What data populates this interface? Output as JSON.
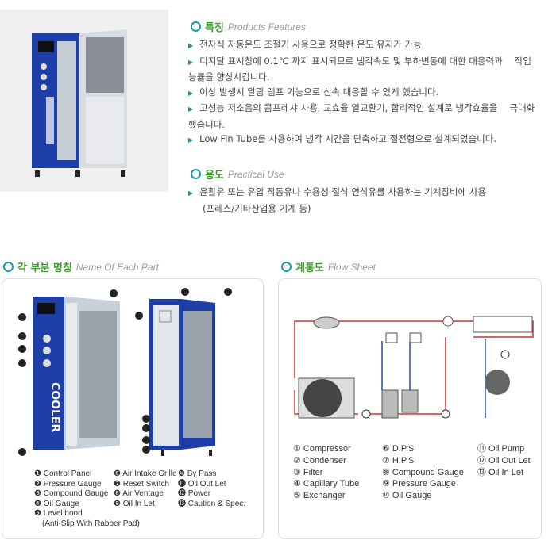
{
  "features": {
    "title_ko": "특징",
    "title_en": "Products Features",
    "items": [
      "전자식 자동온도 조절기 사용으로 정확한 온도 유지가 가능",
      "디지탈 표시창에 0.1℃ 까지 표시되므로 냉각속도 및 부하변동에 대한 대응력과 　작업능률을 향상시킵니다.",
      "이상 발생시 알람 램프 기능으로 신속 대응할 수 있게 했습니다.",
      "고성능 저소음의 콤프레샤 사용, 교효율 열교환기, 합리적인 설계로 냉각효율을 　극대화 했습니다.",
      "Low Fin Tube를 사용하여 냉각 시간을 단축하고 절전형으로 설계되었습니다."
    ]
  },
  "usage": {
    "title_ko": "용도",
    "title_en": "Practical Use",
    "item": "윤활유 또는 유압 작동유나 수용성 절삭 연삭유를 사용하는 기계장비에 사용",
    "sub": "(프레스/기타산업용 기계 등)"
  },
  "parts": {
    "title_ko": "각 부분 명칭",
    "title_en": "Name Of Each Part",
    "logo": "COOLER",
    "cols": [
      [
        "❶ Control Panel",
        "❷ Pressure Gauge",
        "❸ Compound Gauge",
        "❹ Oil Gauge",
        "❺ Level hood",
        "　(Anti-Slip With Rabber Pad)"
      ],
      [
        "❻ Air Intake Grille",
        "❼ Reset Switch",
        "❽ Air Ventage",
        "❾ Oil In Let"
      ],
      [
        "❿ By Pass",
        "⓫ Oil Out Let",
        "⓬ Power",
        "⓭ Caution & Spec."
      ]
    ]
  },
  "flow": {
    "title_ko": "계통도",
    "title_en": "Flow Sheet",
    "cols": [
      [
        "① Compressor",
        "② Condenser",
        "③ Filter",
        "④ Capillary Tube",
        "⑤ Exchanger"
      ],
      [
        "⑥ D.P.S",
        "⑦ H.P.S",
        "⑧ Compound Gauge",
        "⑨ Pressure Gauge",
        "⑩ Oil Gauge"
      ],
      [
        "⑪ Oil Pump",
        "⑫ Oil Out Let",
        "⑬ Oil In Let"
      ]
    ]
  }
}
